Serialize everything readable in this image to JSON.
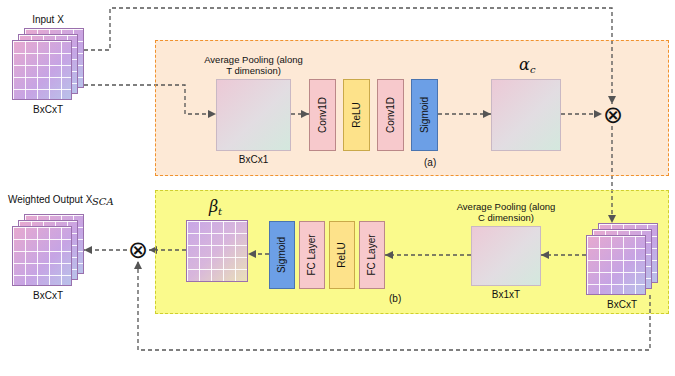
{
  "diagram": {
    "nodes": [
      {
        "text": [
          "Input X",
          "BxCxT"
        ]
      },
      {
        "text": [
          "(a)"
        ]
      },
      {
        "text": [
          "Average Pooling (along T dimension)",
          "BxCx1"
        ],
        "in": 1
      },
      {
        "text": [
          "Conv1D"
        ],
        "in": 1
      },
      {
        "text": [
          "ReLU"
        ],
        "in": 1
      },
      {
        "text": [
          "Conv1D"
        ],
        "in": 1
      },
      {
        "text": [
          "Sigmoid"
        ],
        "in": 1
      },
      {
        "text": [
          "α",
          "c"
        ],
        "in": 1
      },
      {
        "text": [
          "⊗"
        ],
        "in": 1
      },
      {
        "text": [
          "Weighted Output X",
          "SCA",
          "BxCxT"
        ]
      },
      {
        "text": [
          "⊗"
        ]
      },
      {
        "text": [
          "(b)"
        ]
      },
      {
        "text": [
          "β",
          "t"
        ],
        "in": 11
      },
      {
        "text": [
          "Sigmoid"
        ],
        "in": 11
      },
      {
        "text": [
          "FC Layer"
        ],
        "in": 11
      },
      {
        "text": [
          "ReLU"
        ],
        "in": 11
      },
      {
        "text": [
          "FC Layer"
        ],
        "in": 11
      },
      {
        "text": [
          "Average Pooling (along C dimension)",
          "Bx1xT"
        ],
        "in": 11
      },
      {
        "text": [
          "BxCxT"
        ],
        "in": 11
      }
    ],
    "edges": [
      {
        "from": 0,
        "to": 2,
        "arrow": "to"
      },
      {
        "from": 2,
        "to": 3,
        "arrow": "to"
      },
      {
        "from": 6,
        "to": 7,
        "arrow": "to"
      },
      {
        "from": 7,
        "to": 8,
        "arrow": "to"
      },
      {
        "from": 0,
        "to": 8,
        "arrow": "to"
      },
      {
        "from": 8,
        "to": 18,
        "arrow": "to"
      },
      {
        "from": 18,
        "to": 17,
        "arrow": "to"
      },
      {
        "from": 17,
        "to": 16,
        "arrow": "to"
      },
      {
        "from": 13,
        "to": 12,
        "arrow": "to"
      },
      {
        "from": 12,
        "to": 10,
        "arrow": "to"
      },
      {
        "from": 18,
        "to": 10,
        "arrow": "to"
      },
      {
        "from": 10,
        "to": 9,
        "arrow": "to"
      }
    ]
  }
}
